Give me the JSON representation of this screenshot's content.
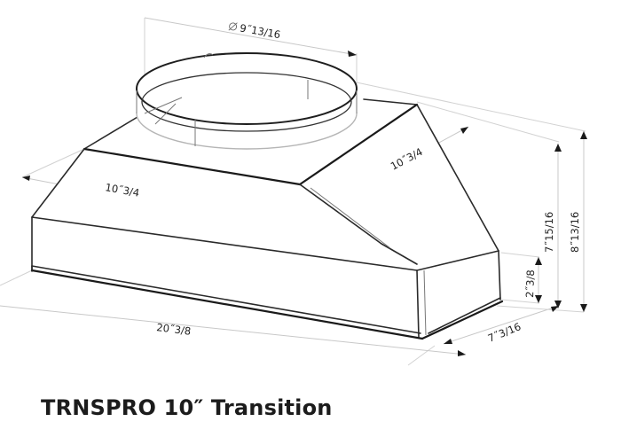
{
  "title": "TRNSPRO 10″ Transition",
  "dimensions": {
    "collar_diameter": "9˝13/16",
    "top_depth": "10˝3/4",
    "top_width": "10˝3/4",
    "overall_width": "20˝3/8",
    "overall_depth": "7˝3/16",
    "base_height": "2˝3/8",
    "body_height": "7˝15/16",
    "overall_height": "8˝13/16"
  },
  "symbols": {
    "diameter_icon": "⌀"
  },
  "colors": {
    "line": "#2a2a2a",
    "dimension_line": "#c8c8c8",
    "text": "#1c1c1c"
  }
}
